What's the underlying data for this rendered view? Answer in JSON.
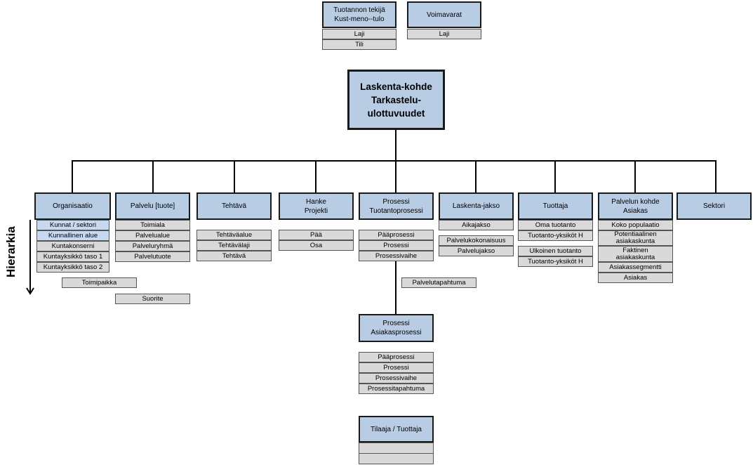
{
  "top": {
    "producer": {
      "title": "Tuotannon tekijä\nKust-meno--tulo",
      "items": [
        "Laji",
        "Tili"
      ]
    },
    "resources": {
      "title": "Voimavarat",
      "items": [
        "Laji"
      ]
    }
  },
  "center": {
    "title": "Laskenta-kohde\nTarkastelu-\nulottuvuudet"
  },
  "axis": {
    "label": "Hierarkia"
  },
  "dimensions": [
    {
      "title": "Organisaatio",
      "items": [
        "Kunnat / sektori",
        "Kunnallinen alue",
        "Kuntakonserni",
        "Kuntayksikkö taso 1",
        "Kuntayksikkö taso 2"
      ],
      "extra": "Toimipaikka"
    },
    {
      "title": "Palvelu [tuote]",
      "items": [
        "Toimiala",
        "Palvelualue",
        "Palveluryhmä",
        "Palvelutuote"
      ],
      "extra": "Suorite"
    },
    {
      "title": "Tehtävä",
      "items": [
        "Tehtäväalue",
        "Tehtävälaji",
        "Tehtävä"
      ]
    },
    {
      "title": "Hanke\nProjekti",
      "items": [
        "Pää",
        "Osa"
      ]
    },
    {
      "title": "Prosessi\nTuotantoprosessi",
      "items": [
        "Pääprosessi",
        "Prosessi",
        "Prosessivaihe"
      ],
      "extra": "Palvelutapahtuma"
    },
    {
      "title": "Laskenta-jakso",
      "items": [
        "Aikajakso"
      ],
      "items2": [
        "Palvelukokonaisuus",
        "Palvelujakso"
      ]
    },
    {
      "title": "Tuottaja",
      "items": [
        "Oma tuotanto",
        "Tuotanto-yksiköt H"
      ],
      "items2": [
        "Ulkoinen tuotanto",
        "Tuotanto-yksiköt H"
      ]
    },
    {
      "title": "Palvelun kohde\nAsiakas",
      "items": [
        "Koko populaatio",
        "Potentiaalinen\nasiakaskunta",
        "Faktinen\nasiakaskunta",
        "Asiakassegmentti",
        "Asiakas"
      ]
    },
    {
      "title": "Sektori",
      "items": []
    }
  ],
  "customer_process": {
    "title": "Prosessi\nAsiakasprosessi",
    "items": [
      "Pääprosessi",
      "Prosessi",
      "Prosessivaihe",
      "Prosessitapahtuma"
    ]
  },
  "orderer": {
    "title": "Tilaaja / Tuottaja",
    "items": [
      "",
      ""
    ]
  }
}
